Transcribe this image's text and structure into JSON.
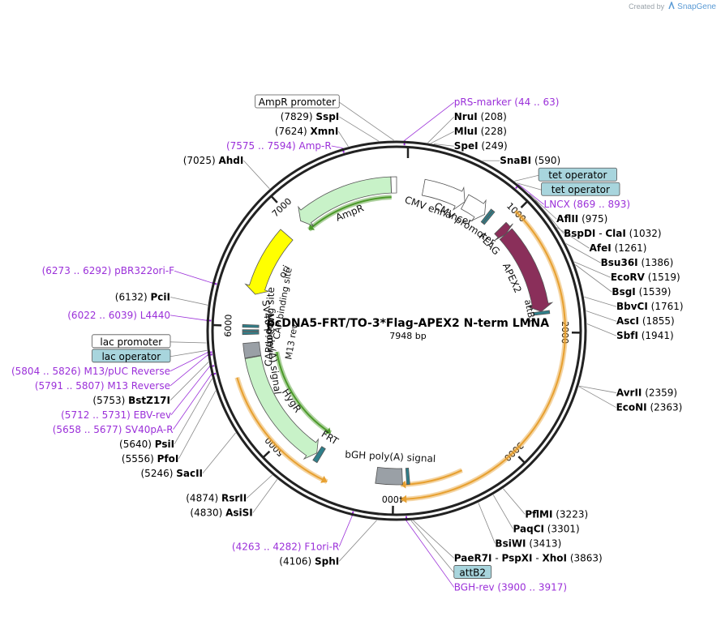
{
  "attribution": {
    "prefix": "Created by",
    "brand": "SnapGene"
  },
  "plasmid": {
    "name": "pcDNA5-FRT/TO-3*Flag-APEX2 N-term LMNA",
    "length_label": "7948 bp",
    "total_bp": 7948
  },
  "ticks": [
    {
      "bp": 1000,
      "label": "1000"
    },
    {
      "bp": 2000,
      "label": "2000"
    },
    {
      "bp": 3000,
      "label": "3000"
    },
    {
      "bp": 4000,
      "label": "4000"
    },
    {
      "bp": 5000,
      "label": "5000"
    },
    {
      "bp": 6000,
      "label": "6000"
    },
    {
      "bp": 7000,
      "label": "7000"
    }
  ],
  "features": [
    {
      "id": "cmv-enhancer",
      "label": "CMV enhancer",
      "start": 235,
      "end": 615,
      "strand": 1,
      "color": "#ffffff",
      "ring": 0
    },
    {
      "id": "cmv-promoter",
      "label": "CMV promoter",
      "start": 616,
      "end": 819,
      "strand": 1,
      "color": "#ffffff",
      "ring": 0
    },
    {
      "id": "tet-operator-1",
      "label": "",
      "start": 835,
      "end": 853,
      "strand": 0,
      "color": "#2f7f8a",
      "ring": 0
    },
    {
      "id": "tet-operator-2",
      "label": "",
      "start": 855,
      "end": 873,
      "strand": 0,
      "color": "#2f7f8a",
      "ring": 0
    },
    {
      "id": "flag",
      "label": "FLAG",
      "start": 1000,
      "end": 1070,
      "strand": 1,
      "color": "#8a2f5a",
      "ring": 0
    },
    {
      "id": "apex2",
      "label": "APEX2",
      "start": 1070,
      "end": 1820,
      "strand": 1,
      "color": "#8a2f5a",
      "ring": 0
    },
    {
      "id": "attb1",
      "label": "",
      "start": 1820,
      "end": 1845,
      "strand": 0,
      "color": "#2f7f8a",
      "ring": 0
    },
    {
      "id": "bgh-polya",
      "label": "bGH poly(A) signal",
      "start": 3925,
      "end": 4149,
      "strand": 0,
      "color": "#9aa0a6",
      "ring": 0
    },
    {
      "id": "attb2",
      "label": "",
      "start": 3865,
      "end": 3890,
      "strand": 0,
      "color": "#2f7f8a",
      "ring": 0
    },
    {
      "id": "frt",
      "label": "FRT",
      "start": 4660,
      "end": 4700,
      "strand": 0,
      "color": "#2f7f8a",
      "ring": 0
    },
    {
      "id": "hygr",
      "label": "HygR",
      "start": 4705,
      "end": 5730,
      "strand": -1,
      "color": "#c8f2c8",
      "ring": 0
    },
    {
      "id": "sv40-polya",
      "label": "SV40 poly(A) signal",
      "start": 5735,
      "end": 5857,
      "strand": 0,
      "color": "#9aa0a6",
      "ring": 0
    },
    {
      "id": "m13-rev",
      "label": "M13 rev",
      "start": 5930,
      "end": 5950,
      "strand": 0,
      "color": "#2f7f8a",
      "ring": 0
    },
    {
      "id": "lac-op",
      "label": "",
      "start": 5955,
      "end": 5970,
      "strand": 0,
      "color": "#2f7f8a",
      "ring": 0
    },
    {
      "id": "cap-site",
      "label": "CAP binding site",
      "start": 5990,
      "end": 6012,
      "strand": 0,
      "color": "#2f7f8a",
      "ring": 0
    },
    {
      "id": "ori",
      "label": "ori",
      "start": 6280,
      "end": 6870,
      "strand": -1,
      "color": "#ffff00",
      "ring": 0
    },
    {
      "id": "ampr",
      "label": "AmpR",
      "start": 7040,
      "end": 7900,
      "strand": -1,
      "color": "#c8f2c8",
      "ring": 0
    },
    {
      "id": "ampr-promoter",
      "label": "",
      "start": 7901,
      "end": 7948,
      "strand": 0,
      "color": "#ffffff",
      "ring": 0
    }
  ],
  "orfs": [
    {
      "id": "orf-main",
      "start": 990,
      "end": 3940,
      "strand": 1,
      "radius": 208,
      "color": "#e7a030"
    },
    {
      "id": "orf-second",
      "start": 3420,
      "end": 3940,
      "strand": 1,
      "radius": 190,
      "color": "#e7a030"
    },
    {
      "id": "orf-hygr",
      "start": 4700,
      "end": 5740,
      "strand": -1,
      "radius": 150,
      "color": "#4c9a2a"
    },
    {
      "id": "orf-ampr",
      "start": 7045,
      "end": 7900,
      "strand": -1,
      "radius": 165,
      "color": "#4c9a2a"
    },
    {
      "id": "orf-left",
      "start": 4520,
      "end": 5600,
      "strand": -1,
      "radius": 205,
      "color": "#e7a030"
    }
  ],
  "labels": [
    {
      "id": "amp-r-promoter-box",
      "text": "AmpR promoter",
      "kind": "boxed",
      "bg": "#ffffff",
      "bp": 7930
    },
    {
      "id": "prs-marker",
      "text": "pRS-marker",
      "range": "(44 .. 63)",
      "kind": "primer",
      "bp": 53
    },
    {
      "id": "nrui",
      "text": "NruI",
      "pos": "(208)",
      "kind": "enzyme-right",
      "bp": 208
    },
    {
      "id": "mlui",
      "text": "MluI",
      "pos": "(228)",
      "kind": "enzyme-right",
      "bp": 228
    },
    {
      "id": "spei",
      "text": "SpeI",
      "pos": "(249)",
      "kind": "enzyme-right",
      "bp": 249
    },
    {
      "id": "snabi",
      "text": "SnaBI",
      "pos": "(590)",
      "kind": "enzyme-right",
      "bp": 590
    },
    {
      "id": "tet-operator-a",
      "text": "tet operator",
      "kind": "boxed",
      "bg": "#a8d5dd",
      "bp": 844
    },
    {
      "id": "tet-operator-b",
      "text": "tet operator",
      "kind": "boxed",
      "bg": "#a8d5dd",
      "bp": 864
    },
    {
      "id": "lncx",
      "text": "LNCX",
      "range": "(869 .. 893)",
      "kind": "primer",
      "bp": 881
    },
    {
      "id": "aflii",
      "text": "AflII",
      "pos": "(975)",
      "kind": "enzyme-right",
      "bp": 975
    },
    {
      "id": "bspdi",
      "text": "BspDI",
      "sep": "-",
      "text2": "ClaI",
      "pos": "(1032)",
      "kind": "enzyme-right",
      "bp": 1032
    },
    {
      "id": "afei",
      "text": "AfeI",
      "pos": "(1261)",
      "kind": "enzyme-right",
      "bp": 1261
    },
    {
      "id": "bsu36i",
      "text": "Bsu36I",
      "pos": "(1386)",
      "kind": "enzyme-right",
      "bp": 1386
    },
    {
      "id": "ecorv",
      "text": "EcoRV",
      "pos": "(1519)",
      "kind": "enzyme-right",
      "bp": 1519
    },
    {
      "id": "bsgi",
      "text": "BsgI",
      "pos": "(1539)",
      "kind": "enzyme-right",
      "bp": 1539
    },
    {
      "id": "bbvci",
      "text": "BbvCI",
      "pos": "(1761)",
      "kind": "enzyme-right",
      "bp": 1761
    },
    {
      "id": "asci",
      "text": "AscI",
      "pos": "(1855)",
      "kind": "enzyme-right",
      "bp": 1855
    },
    {
      "id": "sbfi",
      "text": "SbfI",
      "pos": "(1941)",
      "kind": "enzyme-right",
      "bp": 1941
    },
    {
      "id": "avrii",
      "text": "AvrII",
      "pos": "(2359)",
      "kind": "enzyme-right",
      "bp": 2359
    },
    {
      "id": "econi",
      "text": "EcoNI",
      "pos": "(2363)",
      "kind": "enzyme-right",
      "bp": 2363
    },
    {
      "id": "pflmi",
      "text": "PflMI",
      "pos": "(3223)",
      "kind": "enzyme-right",
      "bp": 3223
    },
    {
      "id": "paqci",
      "text": "PaqCI",
      "pos": "(3301)",
      "kind": "enzyme-right",
      "bp": 3301
    },
    {
      "id": "bsiwi",
      "text": "BsiWI",
      "pos": "(3413)",
      "kind": "enzyme-right",
      "bp": 3413
    },
    {
      "id": "attb2-box",
      "text": "attB2",
      "kind": "boxed",
      "bg": "#a8d5dd",
      "bp": 3877
    },
    {
      "id": "paer7i",
      "text": "PaeR7I",
      "sep": "-",
      "text2": "PspXI",
      "sep2": "-",
      "text3": "XhoI",
      "pos": "(3863)",
      "kind": "enzyme-right",
      "bp": 3863
    },
    {
      "id": "bgh-rev",
      "text": "BGH-rev",
      "range": "(3900 .. 3917)",
      "kind": "primer-right",
      "bp": 3908
    },
    {
      "id": "sphi",
      "text": "SphI",
      "pos": "(4106)",
      "kind": "enzyme-left",
      "bp": 4106
    },
    {
      "id": "f1ori-r",
      "text": "F1ori-R",
      "range": "(4263 .. 4282)",
      "kind": "primer-left",
      "bp": 4272
    },
    {
      "id": "asisi",
      "text": "AsiSI",
      "pos": "(4830)",
      "kind": "enzyme-left",
      "bp": 4830
    },
    {
      "id": "rsrii",
      "text": "RsrII",
      "pos": "(4874)",
      "kind": "enzyme-left",
      "bp": 4874
    },
    {
      "id": "sacii",
      "text": "SacII",
      "pos": "(5246)",
      "kind": "enzyme-left",
      "bp": 5246
    },
    {
      "id": "pfoi",
      "text": "PfoI",
      "pos": "(5556)",
      "kind": "enzyme-left",
      "bp": 5556
    },
    {
      "id": "psii",
      "text": "PsiI",
      "pos": "(5640)",
      "kind": "enzyme-left",
      "bp": 5640
    },
    {
      "id": "sv40pa-r",
      "text": "SV40pA-R",
      "range": "(5658 .. 5677)",
      "kind": "primer-left",
      "bp": 5667
    },
    {
      "id": "ebv-rev",
      "text": "EBV-rev",
      "range": "(5712 .. 5731)",
      "kind": "primer-left",
      "bp": 5721
    },
    {
      "id": "bstz17i",
      "text": "BstZ17I",
      "pos": "(5753)",
      "kind": "enzyme-left",
      "bp": 5753
    },
    {
      "id": "m13-reverse",
      "text": "M13 Reverse",
      "range": "(5791 .. 5807)",
      "kind": "primer-left",
      "bp": 5799
    },
    {
      "id": "lac-operator-box",
      "text": "lac operator",
      "kind": "boxed",
      "bg": "#a8d5dd",
      "bp": 5830
    },
    {
      "id": "m13-puc-reverse",
      "text": "M13/pUC Reverse",
      "range": "(5804 .. 5826)",
      "kind": "primer-left",
      "bp": 5815
    },
    {
      "id": "lac-promoter-box",
      "text": "lac promoter",
      "kind": "boxed",
      "bg": "#ffffff",
      "bp": 5880
    },
    {
      "id": "l4440",
      "text": "L4440",
      "range": "(6022 .. 6039)",
      "kind": "primer-left",
      "bp": 6030
    },
    {
      "id": "pcii",
      "text": "PciI",
      "pos": "(6132)",
      "kind": "enzyme-left",
      "bp": 6132
    },
    {
      "id": "pbr322ori-f",
      "text": "pBR322ori-F",
      "range": "(6273 .. 6292)",
      "kind": "primer-left",
      "bp": 6282
    },
    {
      "id": "ahdi",
      "text": "AhdI",
      "pos": "(7025)",
      "kind": "enzyme-left",
      "bp": 7025
    },
    {
      "id": "amp-r",
      "text": "Amp-R",
      "range": "(7575 .. 7594)",
      "kind": "primer-left",
      "bp": 7584
    },
    {
      "id": "xmni",
      "text": "XmnI",
      "pos": "(7624)",
      "kind": "enzyme-left",
      "bp": 7624
    },
    {
      "id": "sspi",
      "text": "SspI",
      "pos": "(7829)",
      "kind": "enzyme-left",
      "bp": 7829
    }
  ],
  "inner_labels": [
    {
      "id": "attb1-label",
      "text": "attB1"
    },
    {
      "id": "cap-label",
      "text": "CAP binding site"
    },
    {
      "id": "m13rev-label",
      "text": "M13 rev"
    }
  ]
}
